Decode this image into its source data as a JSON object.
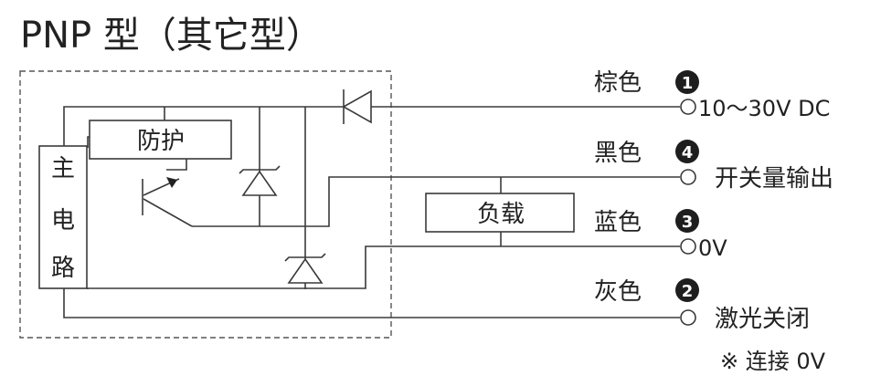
{
  "title": "PNP 型（其它型）",
  "blocks": {
    "protect": "防护",
    "main_circuit": [
      "主",
      "电",
      "路"
    ],
    "load": "负载"
  },
  "wires": [
    {
      "color_name": "棕色",
      "number": "1",
      "terminal": "10～30V DC"
    },
    {
      "color_name": "黑色",
      "number": "4",
      "terminal": "开关量输出"
    },
    {
      "color_name": "蓝色",
      "number": "3",
      "terminal": "0V"
    },
    {
      "color_name": "灰色",
      "number": "2",
      "terminal": "激光关闭"
    }
  ],
  "note": "※ 连接 0V"
}
